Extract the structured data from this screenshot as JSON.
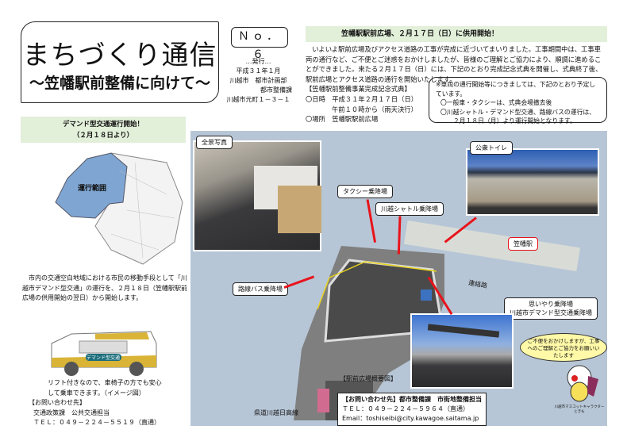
{
  "header": {
    "title": "まちづくり通信",
    "subtitle": "～笠幡駅前整備に向けて～",
    "issue_no": "Ｎｏ．６",
    "issuer": [
      "…発行…",
      "平成３１年１月",
      "川越市　都市計画部",
      "都市整備課",
      "川越市元町１－３－１"
    ]
  },
  "main_article": {
    "heading": "笠幡駅駅前広場、２月１７日（日）に供用開始！",
    "body": "いよいよ駅前広場及びアクセス道路の工事が完成に近づいてまいりました。工事期間中は、工事車両の通行など、ご不便とご迷惑をおかけしましたが、皆様のご理解とご協力により、順調に進めることができました。来たる２月１７日（日）には、下記のとおり完成記念式典を開催し、式典終了後、駅前広場とアクセス道路の通行を開始いたします。",
    "ceremony_title": "【笠幡駅前整備事業完成記念式典】",
    "date_line1": "〇日時　平成３１年２月１７日（日）",
    "date_line2": "午前１０時から（雨天決行）",
    "place": "〇場所　笠幡駅駅前広場",
    "notice": [
      "※車両の通行開始等につきましては、下記のとおり予定しています。",
      "〇一般車・タクシーは、式典会場撤去後",
      "〇川越シャトル・デマンド型交通、路線バスの運行は、",
      "２月１８日（月）より運行開始となります。"
    ]
  },
  "demand": {
    "heading1": "デマンド型交通運行開始！",
    "heading2": "（２月１８日より）",
    "map_label": "運行範囲",
    "body": "市内の交通空白地域における市民の移動手段として「川越市デマンド型交通」の運行を、２月１８日（笠幡駅駅前広場の供用開始の翌日）から開始します。",
    "bus_logo": "デマンド型交通",
    "caption": "リフト付きなので、車椅子の方でも安心して乗車できます。（イメージ図）",
    "contact_title": "【お問い合わせ先】",
    "contact_dept": "交通政策課　公共交通担当",
    "contact_tel": "ＴＥＬ：０４９－２２４－５５１９（直通）"
  },
  "diagram": {
    "photo_overview": "全景写真",
    "toilet": "公衆トイレ",
    "taxi": "タクシー乗降場",
    "shuttle": "川越シャトル乗降場",
    "station": "笠幡駅",
    "bus": "路線バス乗降場",
    "passage": "連絡路",
    "omoiyari1": "思いやり乗降場",
    "omoiyari2": "川越市デマンド型交通乗降場",
    "road": "県道川越日高線",
    "caption": "【駅前広場概要図】",
    "speech": "ご不便をおかけしますが、工事へのご理解とご協力をお願いいたします",
    "mascot": "川越市マスコットキャラクター　ときも",
    "contact_title": "【お問い合わせ先】都市整備課　市街地整備担当",
    "contact_tel": "ＴＥＬ：０４９－２２４－５９６４（直通）",
    "contact_email": "Email：toshiseibi@city.kawagoe.saitama.jp"
  }
}
